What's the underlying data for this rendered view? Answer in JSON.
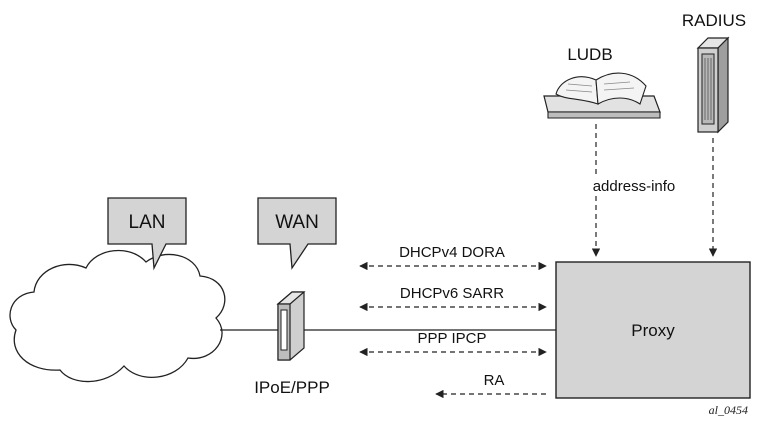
{
  "callouts": {
    "lan": "LAN",
    "wan": "WAN"
  },
  "labels": {
    "ludb": "LUDB",
    "radius": "RADIUS",
    "address_info": "address-info",
    "proxy": "Proxy",
    "ipoe_ppp": "IPoE/PPP",
    "figure_id": "al_0454"
  },
  "flows": [
    {
      "label": "DHCPv4 DORA",
      "direction": "both"
    },
    {
      "label": "DHCPv6 SARR",
      "direction": "both"
    },
    {
      "label": "PPP IPCP",
      "direction": "both"
    },
    {
      "label": "RA",
      "direction": "left"
    }
  ],
  "colors": {
    "box_fill": "#d4d4d4",
    "callout_fill": "#d4d4d4",
    "stroke": "#222222"
  },
  "icons": [
    "cloud-icon",
    "book-icon",
    "server-icon",
    "modem-icon"
  ]
}
